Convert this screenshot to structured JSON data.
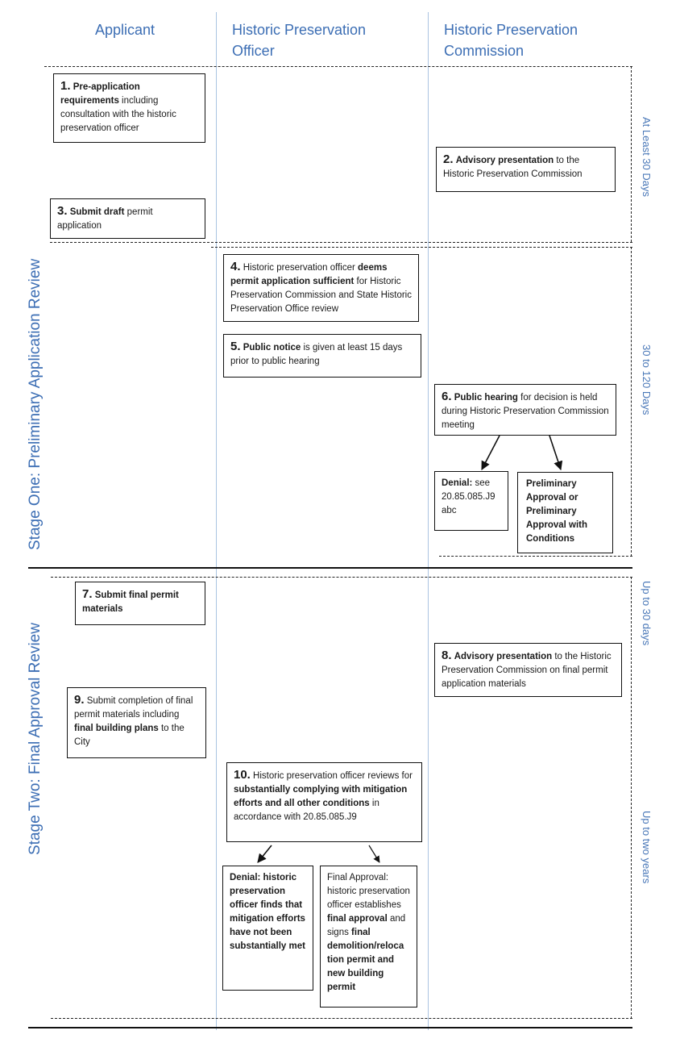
{
  "columns": {
    "applicant": "Applicant",
    "hpo": [
      "Historic Preservation",
      "Officer"
    ],
    "hpc": [
      "Historic Preservation",
      "Commission"
    ]
  },
  "stages": {
    "one": "Stage One: Preliminary Application Review",
    "two": "Stage Two: Final Approval Review"
  },
  "durations": {
    "d1": "At Least 30 Days",
    "d2": "30 to 120 Days",
    "d3": "Up to 30 days",
    "d4": "Up to two years"
  },
  "steps": {
    "s1": {
      "num": "1.",
      "bold": "Pre-application requirements",
      "text": " including consultation with the historic preservation officer"
    },
    "s2": {
      "num": "2.",
      "bold": "Advisory presentation",
      "text": " to the Historic Preservation Commission"
    },
    "s3": {
      "num": "3.",
      "bold": "Submit draft",
      "text": " permit application"
    },
    "s4": {
      "num": "4.",
      "pre": " Historic preservation officer ",
      "bold": "deems permit application sufficient",
      "text": " for Historic Preservation Commission and State Historic Preservation Office review"
    },
    "s5": {
      "num": "5.",
      "bold": "Public notice",
      "text": " is given at least 15 days prior to public hearing"
    },
    "s6": {
      "num": "6.",
      "bold": "Public hearing",
      "text": " for decision is held during Historic Preservation Commission meeting"
    },
    "s6_denial": {
      "bold": "Denial:",
      "text": " see 20.85.085.J9 abc"
    },
    "s6_approval": "Preliminary Approval or Preliminary Approval with Conditions",
    "s7": {
      "num": "7.",
      "bold": "Submit final permit materials"
    },
    "s8": {
      "num": "8.",
      "bold": "Advisory presentation",
      "text": " to the Historic Preservation Commission on final permit application materials"
    },
    "s9": {
      "num": "9.",
      "pre": " Submit completion of final permit materials including ",
      "bold": "final building plans",
      "text": " to the City"
    },
    "s10": {
      "num": "10.",
      "pre": " Historic preservation officer reviews for ",
      "bold": "substantially complying with mitigation efforts and all other conditions",
      "text": " in accordance with 20.85.085.J9"
    },
    "s10_denial": "Denial: historic preservation officer finds that mitigation efforts have not been substantially met",
    "s10_final": {
      "pre": "Final Approval: historic preservation officer establishes ",
      "bold1": "final approval",
      "mid": " and signs ",
      "bold2": "final demolition/reloca tion permit and new building permit"
    }
  },
  "colors": {
    "accent": "#3c6eb4",
    "divider": "#aac4e2",
    "line": "#111111"
  }
}
